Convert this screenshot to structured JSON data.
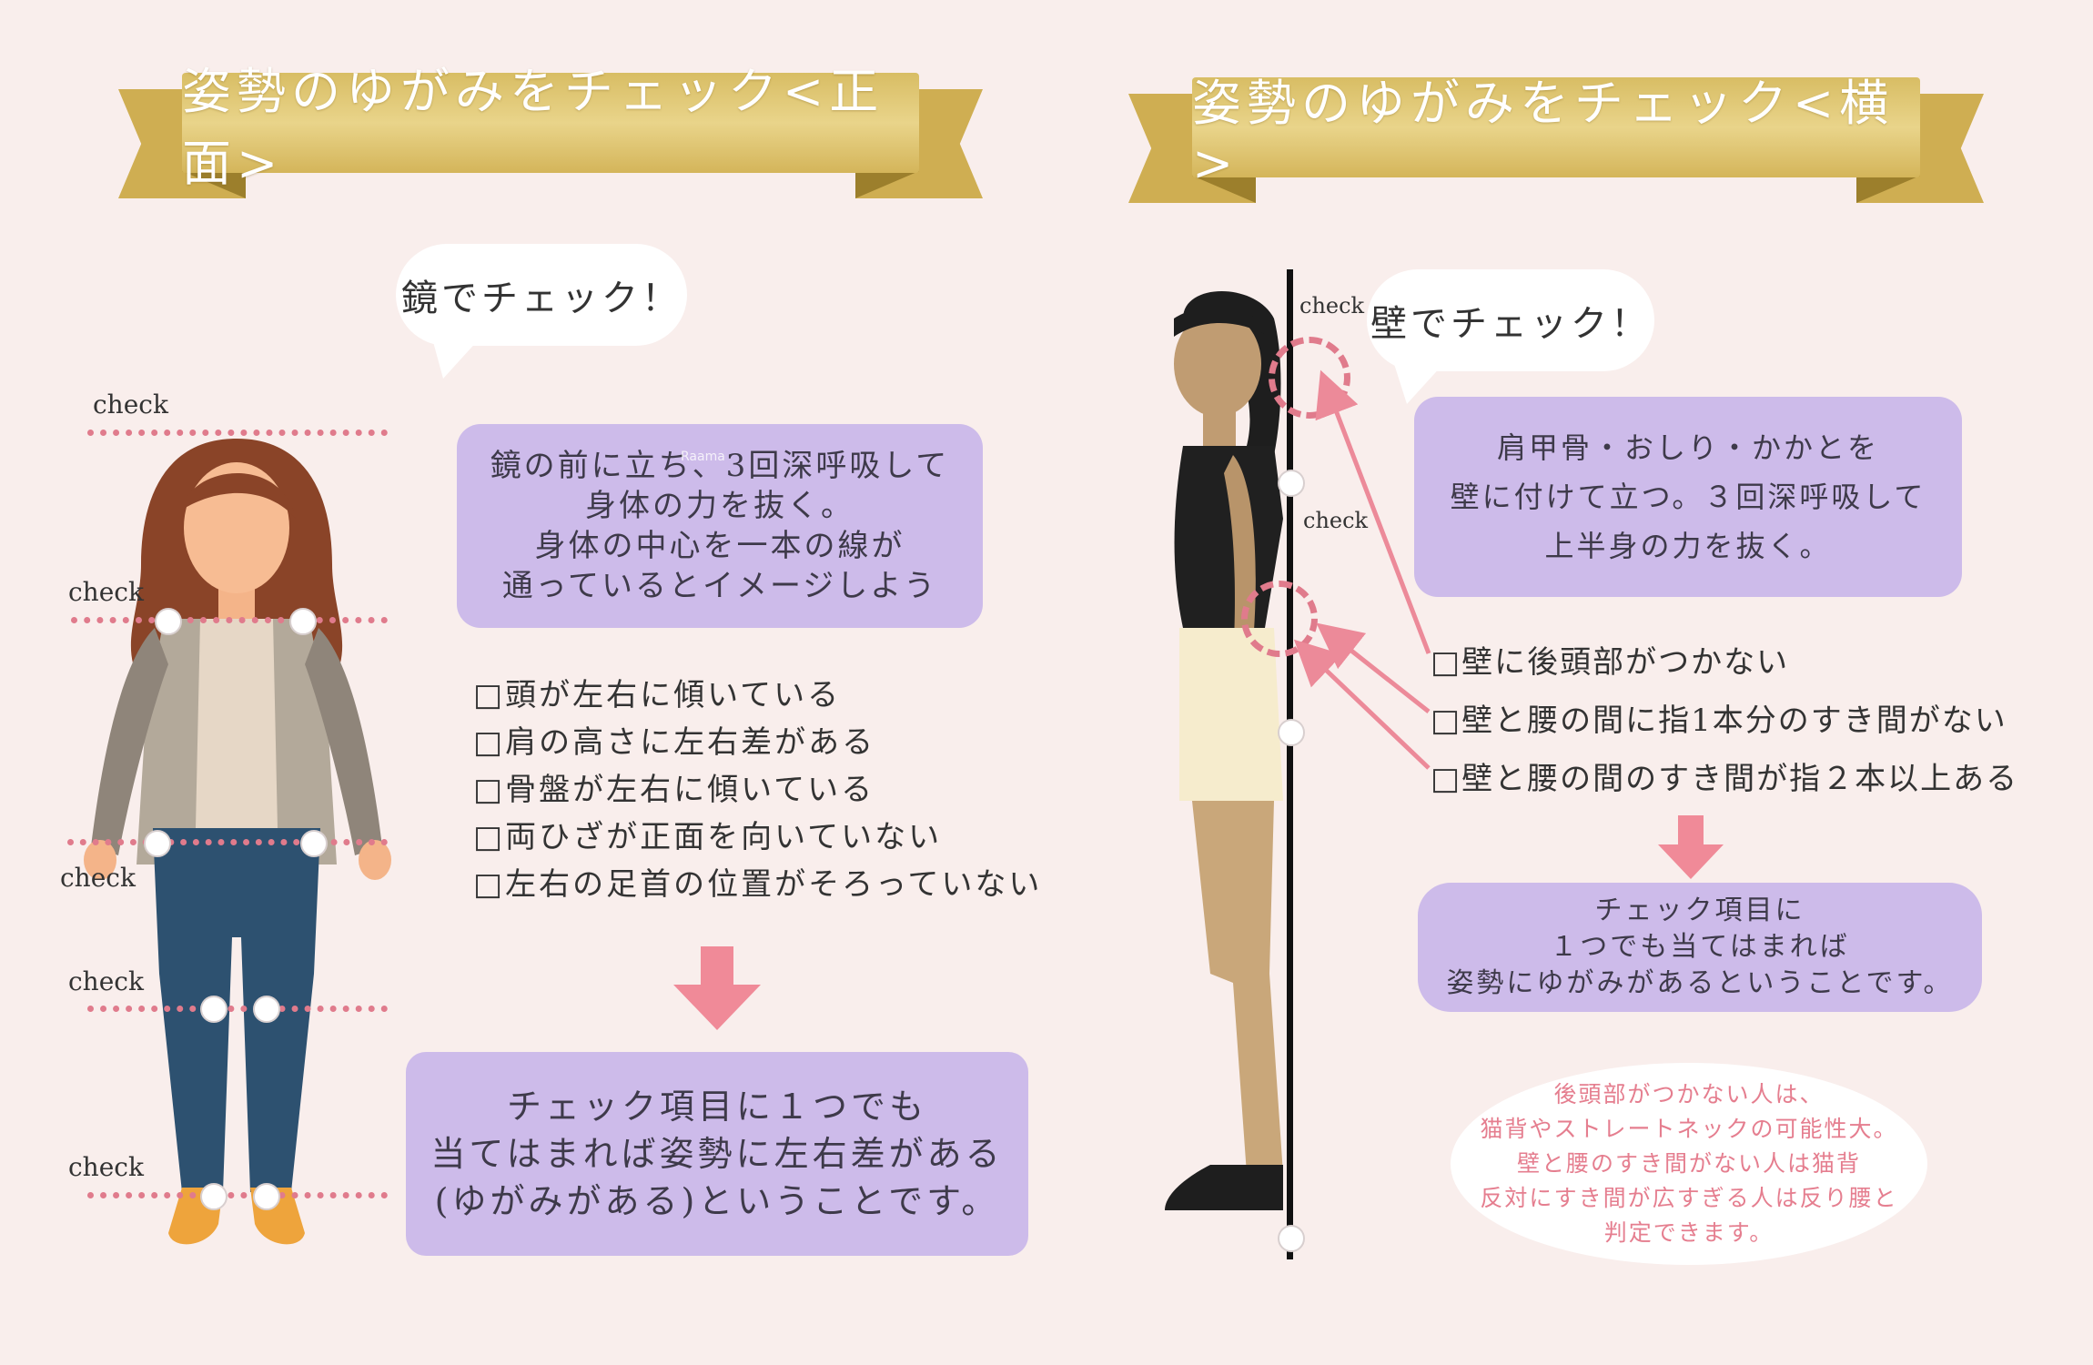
{
  "left": {
    "banner": "姿勢のゆがみをチェック<正面>",
    "bubble": "鏡でチェック！",
    "instruction": [
      "鏡の前に立ち、3回深呼吸して",
      "身体の力を抜く。",
      "身体の中心を一本の線が",
      "通っているとイメージしよう"
    ],
    "watermark": "Raama",
    "checklist": [
      "□頭が左右に傾いている",
      "□肩の高さに左右差がある",
      "□骨盤が左右に傾いている",
      "□両ひざが正面を向いていない",
      "□左右の足首の位置がそろっていない"
    ],
    "result": [
      "チェック項目に１つでも",
      "当てはまれば姿勢に左右差がある",
      "(ゆがみがある)ということです。"
    ],
    "check_labels": [
      "check",
      "check",
      "check",
      "check",
      "check"
    ]
  },
  "right": {
    "banner": "姿勢のゆがみをチェック<横>",
    "bubble": "壁でチェック！",
    "instruction": [
      "肩甲骨・おしり・かかとを",
      "壁に付けて立つ。３回深呼吸して",
      "上半身の力を抜く。"
    ],
    "checklist": [
      "□壁に後頭部がつかない",
      "□壁と腰の間に指1本分のすき間がない",
      "□壁と腰の間のすき間が指２本以上ある"
    ],
    "result": [
      "チェック項目に",
      "１つでも当てはまれば",
      "姿勢にゆがみがあるということです。"
    ],
    "note": [
      "後頭部がつかない人は、",
      "猫背やストレートネックの可能性大。",
      "壁と腰のすき間がない人は猫背",
      "反対にすき間が広すぎる人は反り腰と",
      "判定できます。"
    ],
    "check_labels": [
      "check",
      "check"
    ]
  },
  "colors": {
    "background": "#f9eeec",
    "ribbon_gold": "#d8bd64",
    "box_purple": "#cdbbea",
    "accent_pink": "#e07b8c",
    "note_text": "#e57e8f"
  }
}
